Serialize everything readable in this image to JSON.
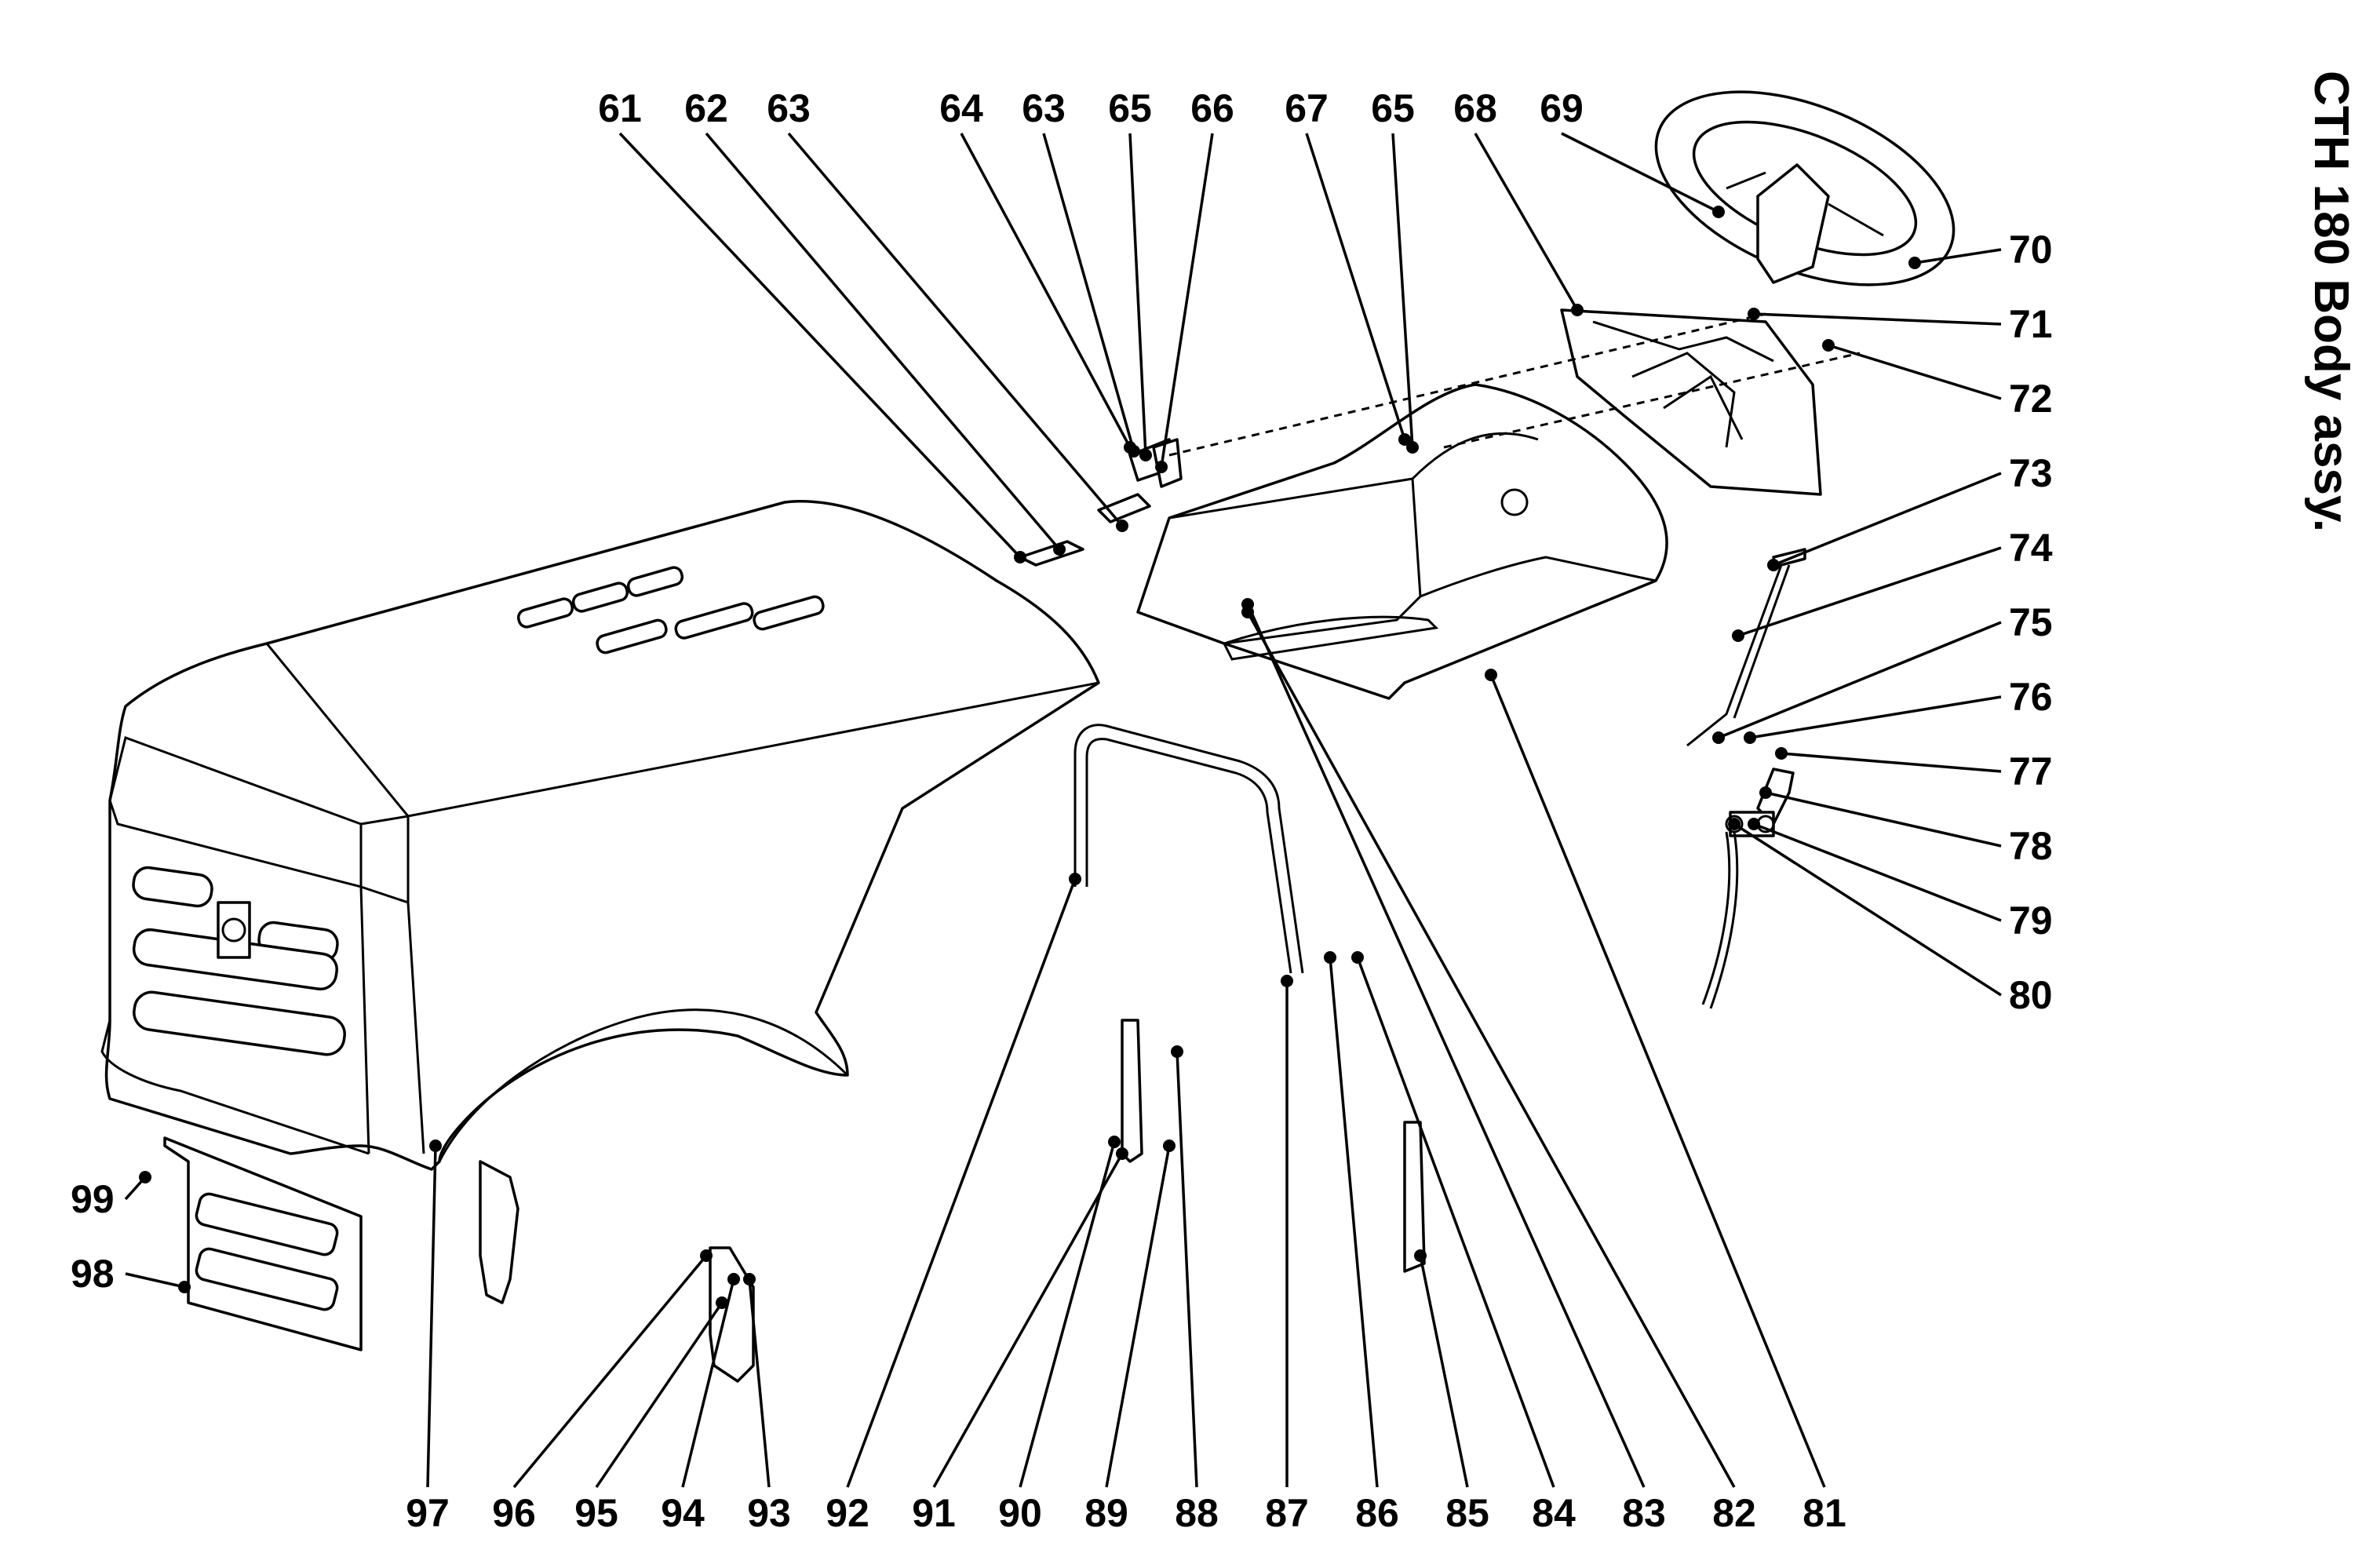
{
  "title": "CTH 180 Body assy.",
  "callouts": [
    "61",
    "62",
    "63",
    "64",
    "63",
    "65",
    "66",
    "67",
    "65",
    "68",
    "69",
    "70",
    "71",
    "72",
    "73",
    "74",
    "75",
    "76",
    "77",
    "78",
    "79",
    "80",
    "81",
    "82",
    "83",
    "84",
    "85",
    "86",
    "87",
    "88",
    "89",
    "90",
    "91",
    "92",
    "93",
    "94",
    "95",
    "96",
    "97",
    "98",
    "99"
  ]
}
